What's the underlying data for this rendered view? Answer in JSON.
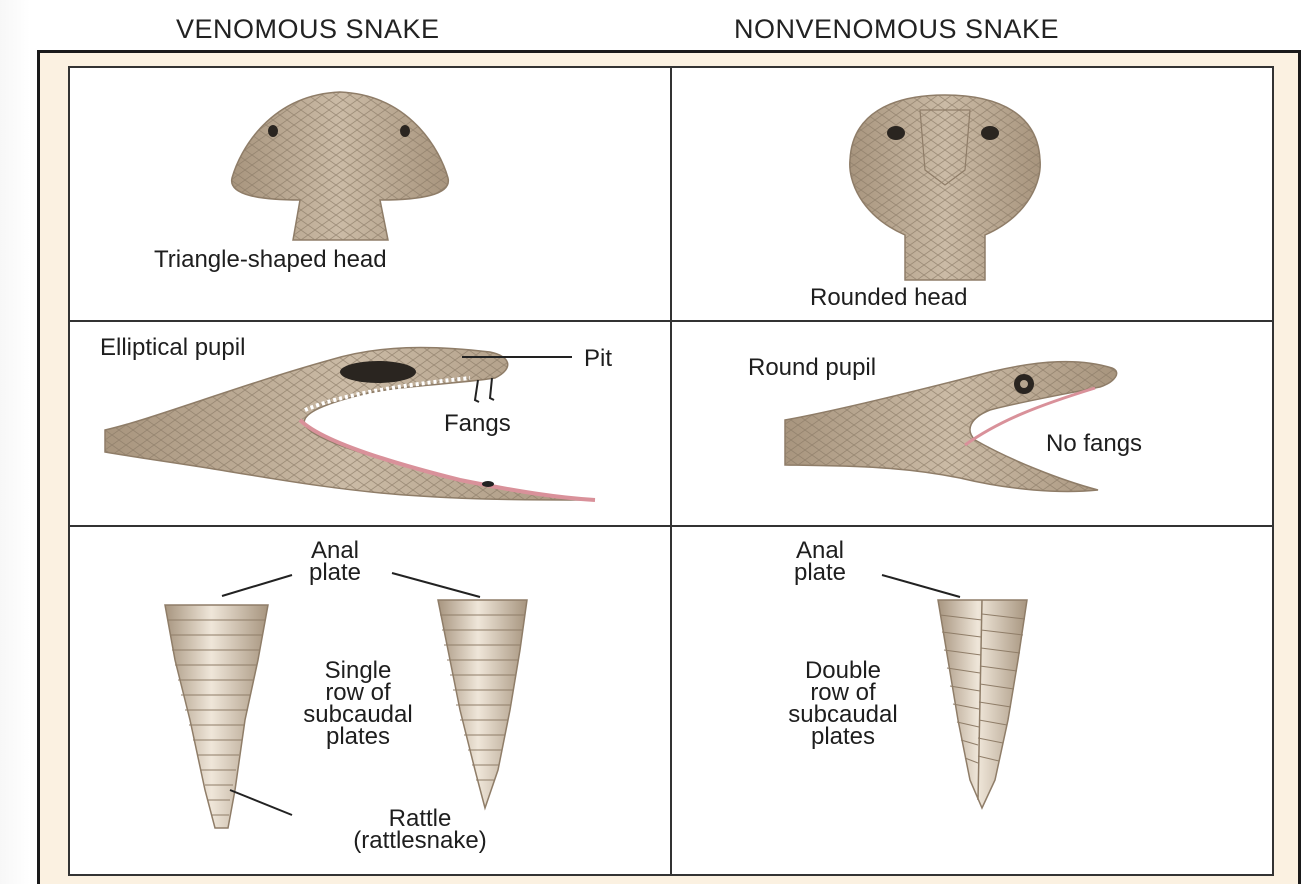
{
  "headers": {
    "venomous": "VENOMOUS SNAKE",
    "nonvenomous": "NONVENOMOUS SNAKE"
  },
  "venomous": {
    "head_label": "Triangle-shaped head",
    "pupil_label": "Elliptical pupil",
    "pit_label": "Pit",
    "fangs_label": "Fangs",
    "anal_plate_label": [
      "Anal",
      "plate"
    ],
    "subcaudal_label": [
      "Single",
      "row of",
      "subcaudal",
      "plates"
    ],
    "rattle_label": [
      "Rattle",
      "(rattlesnake)"
    ]
  },
  "nonvenomous": {
    "head_label": "Rounded head",
    "pupil_label": "Round pupil",
    "fangs_label": "No fangs",
    "anal_plate_label": [
      "Anal",
      "plate"
    ],
    "subcaudal_label": [
      "Double",
      "row of",
      "subcaudal",
      "plates"
    ]
  },
  "colors": {
    "skin": "#b7a58f",
    "skin_dark": "#8f7d68",
    "frame_bg": "#fbf1e1",
    "mouth_pink": "#d9919a"
  }
}
